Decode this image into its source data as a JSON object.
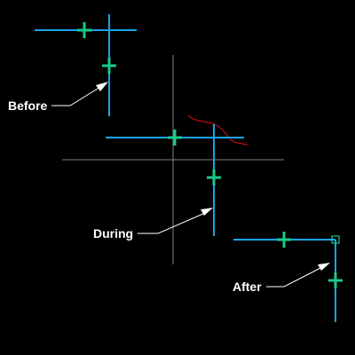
{
  "labels": {
    "before": "Before",
    "during": "During",
    "after": "After"
  },
  "colors": {
    "background": "#000000",
    "line": "#1aa3e8",
    "grip": "#19c98c",
    "label": "#ffffff",
    "leader": "#ffffff",
    "crosshair": "#808080",
    "trace": "#e01010",
    "endpoint_marker": "#19c98c"
  },
  "icons": {
    "grip": "plus-grip-icon",
    "endpoint_marker": "square-endpoint-icon",
    "crosshair": "crosshair-cursor"
  }
}
